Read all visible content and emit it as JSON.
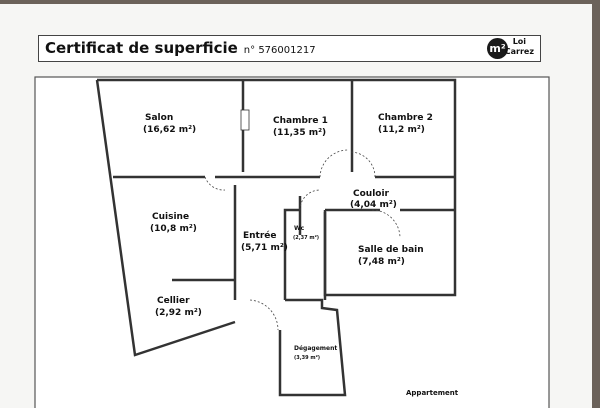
{
  "header": {
    "title": "Certificat de superficie",
    "number": "n° 576001217",
    "logo_text": "m²",
    "badge_line1": "Loi",
    "badge_line2": "Carrez"
  },
  "rooms": [
    {
      "name": "Salon",
      "area": "(16,62 m²)"
    },
    {
      "name": "Chambre 1",
      "area": "(11,35 m²)"
    },
    {
      "name": "Chambre 2",
      "area": "(11,2 m²)"
    },
    {
      "name": "Couloir",
      "area": "(4,04 m²)"
    },
    {
      "name": "Cuisine",
      "area": "(10,8 m²)"
    },
    {
      "name": "Entrée",
      "area": "(5,71 m²)"
    },
    {
      "name": "Wc",
      "area": "(2,37 m²)"
    },
    {
      "name": "Salle de bain",
      "area": "(7,48 m²)"
    },
    {
      "name": "Cellier",
      "area": "(2,92 m²)"
    },
    {
      "name": "Dégagement",
      "area": "(3,39 m²)"
    }
  ],
  "footer": {
    "type": "Appartement"
  }
}
